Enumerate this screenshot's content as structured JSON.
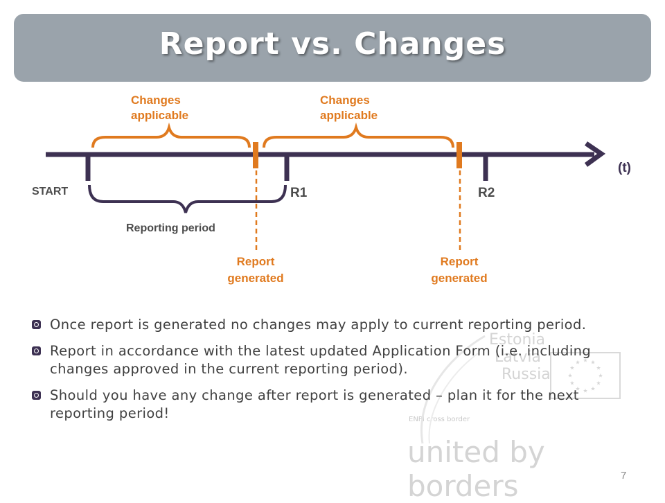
{
  "title": "Report vs. Changes",
  "diagram": {
    "changes_label_1": [
      "Changes",
      "applicable"
    ],
    "changes_label_2": [
      "Changes",
      "applicable"
    ],
    "time_label": "(t)",
    "start_label": "START",
    "r1_label": "R1",
    "r2_label": "R2",
    "reporting_period_label": "Reporting period",
    "report_generated_1": [
      "Report",
      "generated"
    ],
    "report_generated_2": [
      "Report",
      "generated"
    ],
    "colors": {
      "timeline": "#3d3152",
      "accent": "#e07a1f"
    }
  },
  "bullets": [
    "Once report is generated no changes may apply to current reporting period.",
    "Report in accordance with the latest updated Application Form (i.e. including changes approved in the current reporting period).",
    "Should you have any change after report is generated – plan it for the next reporting period!"
  ],
  "watermark": {
    "countries": [
      "Estonia",
      "Latvia",
      "Russia"
    ],
    "small": "ENPI cross border",
    "slogan": "united by borders"
  },
  "page_number": "7"
}
